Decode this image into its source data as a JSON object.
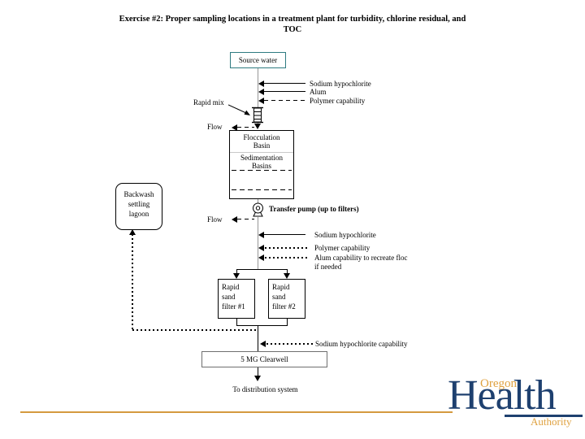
{
  "title": {
    "line1": "Exercise #2: Proper sampling locations in a treatment plant for turbidity, chlorine residual, and",
    "line2": "TOC"
  },
  "diagram": {
    "source_water": "Source water",
    "top_feeds": [
      {
        "label": "Sodium hypochlorite",
        "line": "solid"
      },
      {
        "label": "Alum",
        "line": "solid"
      },
      {
        "label": "Polymer capability",
        "line": "dashed"
      }
    ],
    "rapid_mix_label": "Rapid mix",
    "flow_label_upper": "Flow",
    "basin_box": {
      "line1": "Flocculation",
      "line2": "Basin",
      "line3": "Sedimentation",
      "line4": "Basins"
    },
    "backwash_lagoon": {
      "line1": "Backwash",
      "line2": "settling",
      "line3": "lagoon"
    },
    "transfer_pump_label": "Transfer pump (up to filters)",
    "flow_label_lower": "Flow",
    "mid_feeds": [
      {
        "label": "Sodium hypochlorite",
        "line": "solid"
      },
      {
        "label": "Polymer capability",
        "line": "dotted"
      },
      {
        "label": "Alum capability to recreate floc",
        "label2": "if needed",
        "line": "dotted"
      }
    ],
    "filter1": {
      "line1": "Rapid",
      "line2": "sand",
      "line3": "filter #1"
    },
    "filter2": {
      "line1": "Rapid",
      "line2": "sand",
      "line3": "filter #2"
    },
    "hypochlorite_capability_label": "Sodium hypochlorite capability",
    "clearwell_label": "5 MG Clearwell",
    "distribution_label": "To distribution system"
  },
  "logo": {
    "oregon": "Oregon",
    "health": "Health",
    "authority": "Authority"
  },
  "colors": {
    "source_box_border": "#2f7b81",
    "diagram_line": "#000000",
    "flow_line_gray": "#979797",
    "logo_navy": "#1e406f",
    "logo_gold": "#dfa13f",
    "footer_rule": "#d49a3f"
  }
}
